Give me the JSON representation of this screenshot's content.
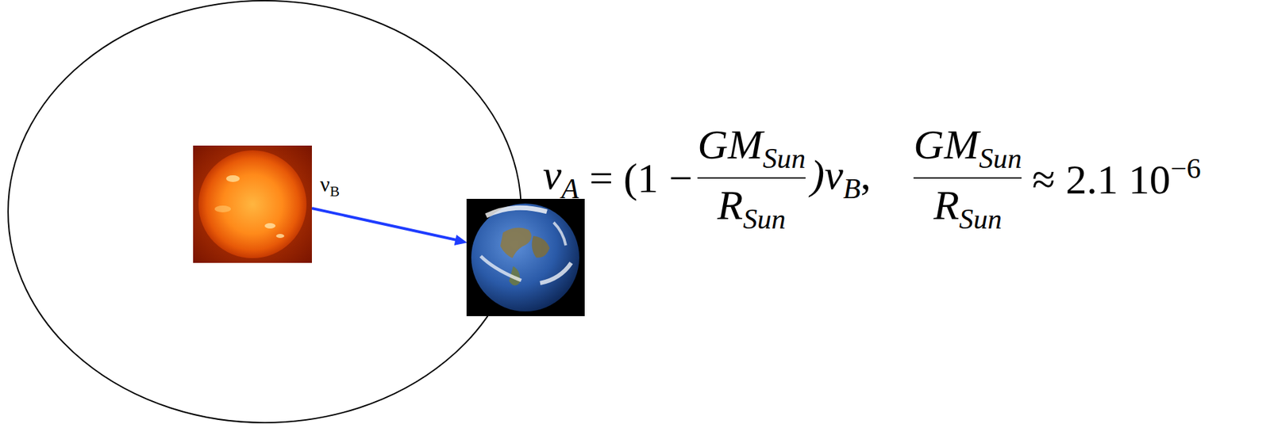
{
  "diagram": {
    "labels": [
      "ν",
      "B",
      "ν",
      "A",
      "= (1 −",
      "GM",
      "Sun",
      "R",
      "Sun",
      ")ν",
      "B",
      ",",
      "GM",
      "Sun",
      "R",
      "Sun",
      "≈ 2.1 10",
      "−6"
    ]
  }
}
